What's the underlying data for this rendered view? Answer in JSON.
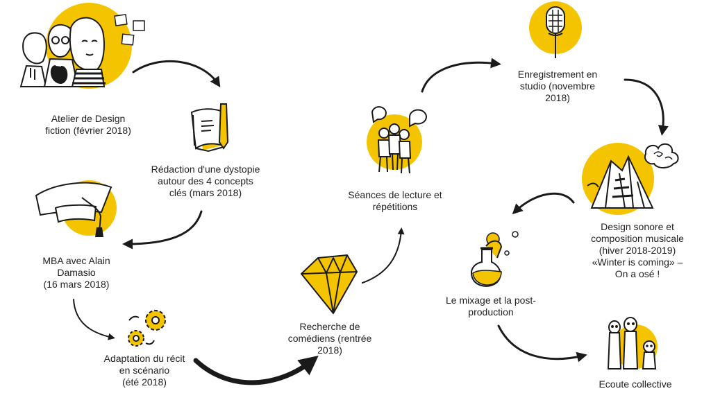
{
  "colors": {
    "accent": "#F5C400",
    "ink": "#1a1a1a",
    "paper": "#ffffff"
  },
  "steps": [
    {
      "id": "atelier",
      "icon": "team-workshop-icon",
      "lines": [
        "Atelier de Design",
        "fiction (février 2018)"
      ]
    },
    {
      "id": "redaction",
      "icon": "notebook-pen-icon",
      "lines": [
        "Rédaction d'une dystopie",
        "autour des 4 concepts",
        "clés (mars 2018)"
      ]
    },
    {
      "id": "mba",
      "icon": "graduation-cap-icon",
      "lines": [
        "MBA avec Alain",
        "Damasio",
        "(16 mars 2018)"
      ]
    },
    {
      "id": "adaptation",
      "icon": "gears-icon",
      "lines": [
        "Adaptation du récit",
        "en scénario",
        "(été 2018)"
      ]
    },
    {
      "id": "recherche",
      "icon": "diamond-icon",
      "lines": [
        "Recherche de",
        "comédiens (rentrée",
        "2018)"
      ]
    },
    {
      "id": "seances",
      "icon": "people-talking-icon",
      "lines": [
        "Séances de lecture et",
        "répétitions"
      ]
    },
    {
      "id": "enregistrement",
      "icon": "microphone-icon",
      "lines": [
        "Enregistrement en",
        "studio (novembre",
        "2018)"
      ]
    },
    {
      "id": "design-sonore",
      "icon": "mountain-storm-icon",
      "lines": [
        "Design sonore et",
        "composition musicale",
        "(hiver 2018-2019)",
        "«Winter is coming» –",
        "On a osé !"
      ]
    },
    {
      "id": "mixage",
      "icon": "flask-icon",
      "lines": [
        "Le mixage et la post-",
        "production"
      ]
    },
    {
      "id": "ecoute",
      "icon": "meerkats-icon",
      "lines": [
        "Ecoute collective"
      ]
    }
  ]
}
